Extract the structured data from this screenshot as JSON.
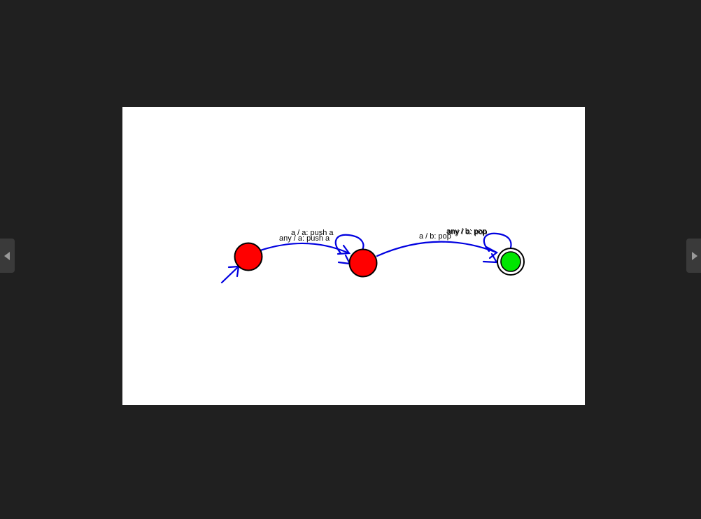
{
  "viewer": {
    "prev_icon": "chevron-left-icon",
    "next_icon": "chevron-right-icon",
    "background": "#202020"
  },
  "diagram": {
    "type": "pushdown-automaton",
    "colors": {
      "state_fill": "#ff0000",
      "accept_fill": "#00e600",
      "edge": "#0000e0",
      "outline": "#000000"
    },
    "states": [
      {
        "id": "q0",
        "initial": true,
        "accepting": false
      },
      {
        "id": "q1",
        "initial": false,
        "accepting": false
      },
      {
        "id": "q2",
        "initial": false,
        "accepting": true
      }
    ],
    "transitions": [
      {
        "from": "q0",
        "to": "q1",
        "label": "any / a: push a"
      },
      {
        "from": "q1",
        "to": "q1",
        "label": "a / a: push a"
      },
      {
        "from": "q1",
        "to": "q2",
        "label": "a / b: pop"
      },
      {
        "from": "q2",
        "to": "q2",
        "label": "any / b: pop"
      },
      {
        "from": "q2",
        "to": "q2",
        "label": "any / a: pop"
      }
    ]
  }
}
